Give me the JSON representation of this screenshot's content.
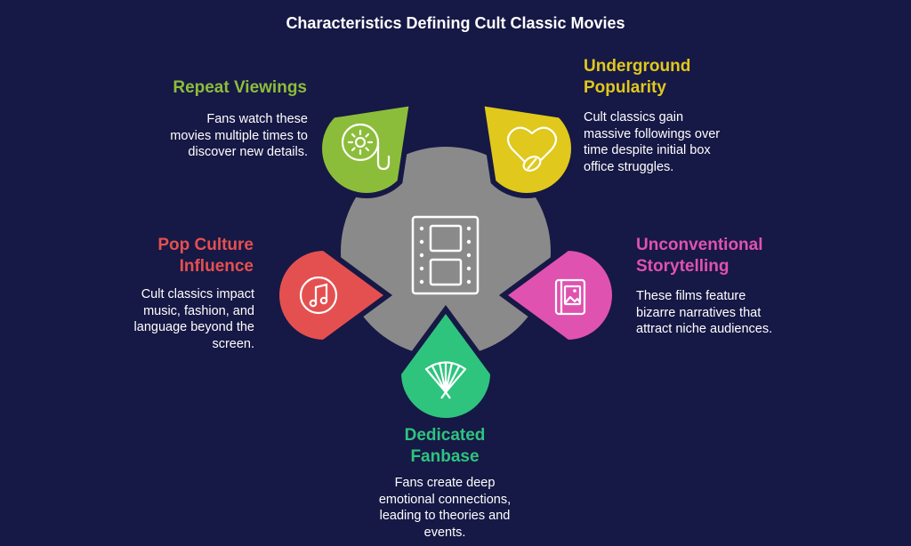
{
  "title": "Characteristics Defining Cult Classic Movies",
  "colors": {
    "background": "#161845",
    "hub": "#8a8a8a",
    "repeat": "#8cbd3a",
    "underground": "#e0c81c",
    "unconventional": "#e052b0",
    "fanbase": "#2ec47e",
    "popculture": "#e45050"
  },
  "hub": {
    "icon": "film-strip-icon"
  },
  "items": {
    "repeat": {
      "label": [
        "Repeat Viewings"
      ],
      "desc": [
        "Fans watch these",
        "movies multiple times to",
        "discover new details."
      ],
      "icon": "film-reel-icon"
    },
    "underground": {
      "label": [
        "Underground",
        "Popularity"
      ],
      "desc": [
        "Cult classics gain",
        "massive followings over",
        "time despite initial box",
        "office struggles."
      ],
      "icon": "heart-pill-icon"
    },
    "unconventional": {
      "label": [
        "Unconventional",
        "Storytelling"
      ],
      "desc": [
        "These films feature",
        "bizarre narratives that",
        "attract niche audiences."
      ],
      "icon": "picture-book-icon"
    },
    "fanbase": {
      "label": [
        "Dedicated",
        "Fanbase"
      ],
      "desc": [
        "Fans create deep",
        "emotional connections,",
        "leading to theories and",
        "events."
      ],
      "icon": "hand-fan-icon"
    },
    "popculture": {
      "label": [
        "Pop Culture",
        "Influence"
      ],
      "desc": [
        "Cult classics impact",
        "music, fashion, and",
        "language beyond the",
        "screen."
      ],
      "icon": "music-note-icon"
    }
  }
}
